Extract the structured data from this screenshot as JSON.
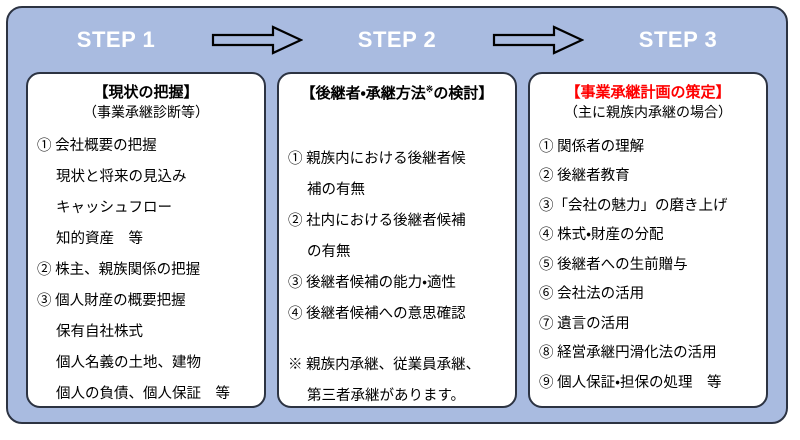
{
  "colors": {
    "frame_fill": "#a9bbe0",
    "frame_border": "#2c3342",
    "card_fill": "#ffffff",
    "step_label": "#ffffff",
    "accent_red": "#ff0000",
    "body_text": "#000000"
  },
  "header": {
    "steps": [
      {
        "label": "STEP 1"
      },
      {
        "label": "STEP 2"
      },
      {
        "label": "STEP 3"
      }
    ],
    "arrows": [
      {
        "name": "arrow-step1-to-step2"
      },
      {
        "name": "arrow-step2-to-step3"
      }
    ]
  },
  "cards": [
    {
      "title": "【現状の把握】",
      "title_marker": "",
      "title_accent": false,
      "subtitle": "（事業承継診断等）",
      "items": [
        {
          "text": "① 会社概要の把握",
          "style": "top"
        },
        {
          "text": "現状と将来の見込み",
          "style": "sub"
        },
        {
          "text": "キャッシュフロー",
          "style": "sub"
        },
        {
          "text": "知的資産　等",
          "style": "sub"
        },
        {
          "text": "② 株主、親族関係の把握",
          "style": "top"
        },
        {
          "text": "③ 個人財産の概要把握",
          "style": "top"
        },
        {
          "text": "保有自社株式",
          "style": "sub"
        },
        {
          "text": "個人名義の土地、建物",
          "style": "sub"
        },
        {
          "text": "個人の負債、個人保証　等",
          "style": "sub"
        }
      ]
    },
    {
      "title": "【後継者・承継方法",
      "title_marker": "※",
      "title_tail": "の検討】",
      "title_accent": false,
      "subtitle": "",
      "items": [
        {
          "text": "① 親族内における後継者候",
          "style": "top"
        },
        {
          "text": "補の有無",
          "style": "sub"
        },
        {
          "text": "② 社内における後継者候補",
          "style": "top"
        },
        {
          "text": "の有無",
          "style": "sub"
        },
        {
          "text": "③ 後継者候補の能力・適性",
          "style": "top"
        },
        {
          "text": "④ 後継者候補への意思確認",
          "style": "top"
        },
        {
          "text": "",
          "style": "spacer"
        },
        {
          "text": "※ 親族内承継、従業員承継、",
          "style": "note-first"
        },
        {
          "text": "第三者承継があります。",
          "style": "note-cont"
        }
      ]
    },
    {
      "title": "【事業承継計画の策定】",
      "title_marker": "",
      "title_accent": true,
      "subtitle": "（主に親族内承継の場合）",
      "items": [
        {
          "text": "① 関係者の理解",
          "style": "top"
        },
        {
          "text": "② 後継者教育",
          "style": "top"
        },
        {
          "text": "③「会社の魅力」の磨き上げ",
          "style": "top"
        },
        {
          "text": "④ 株式・財産の分配",
          "style": "top"
        },
        {
          "text": "⑤ 後継者への生前贈与",
          "style": "top"
        },
        {
          "text": "⑥ 会社法の活用",
          "style": "top"
        },
        {
          "text": "⑦ 遺言の活用",
          "style": "top"
        },
        {
          "text": "⑧ 経営承継円滑化法の活用",
          "style": "top"
        },
        {
          "text": "⑨ 個人保証・担保の処理　等",
          "style": "top"
        }
      ]
    }
  ]
}
